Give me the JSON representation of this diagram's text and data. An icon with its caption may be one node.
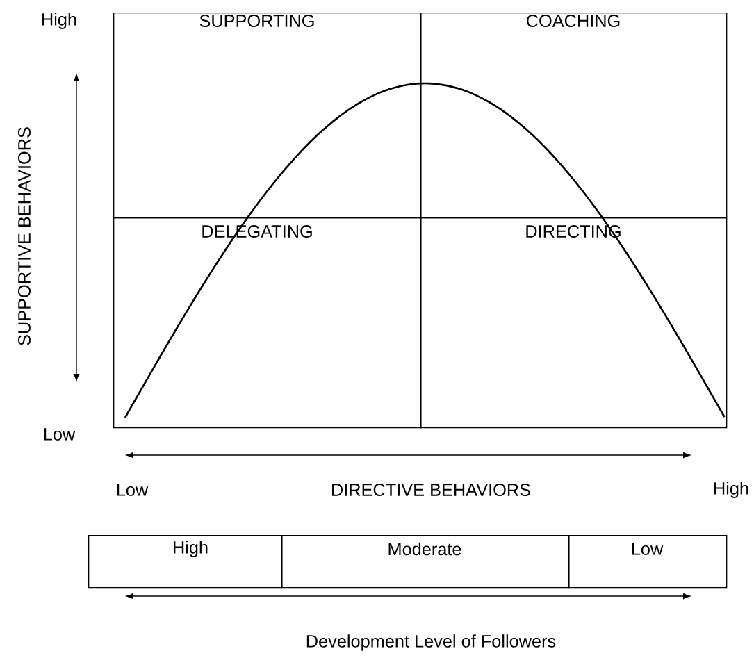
{
  "diagram": {
    "nodes": [
      {
        "text": [
          "SUPPORTING"
        ]
      },
      {
        "text": [
          "COACHING"
        ]
      },
      {
        "text": [
          "DELEGATING"
        ]
      },
      {
        "text": [
          "DIRECTING"
        ]
      },
      {
        "text": [
          "High"
        ]
      },
      {
        "text": [
          "Moderate"
        ]
      },
      {
        "text": [
          "Low"
        ]
      }
    ],
    "edges": [],
    "labels": [
      "High",
      "SUPPORTIVE BEHAVIORS",
      "Low",
      "Low",
      "DIRECTIVE BEHAVIORS",
      "High",
      "Development Level of Followers"
    ]
  }
}
